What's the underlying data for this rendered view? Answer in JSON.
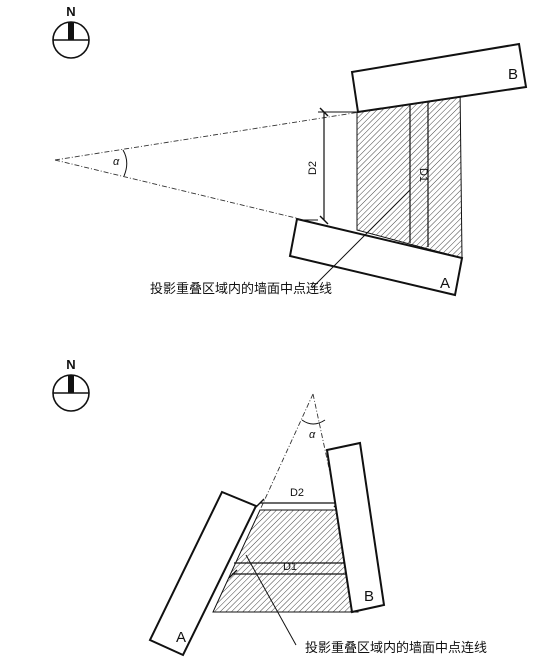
{
  "figures": [
    {
      "north_label": "N",
      "building_a_label": "A",
      "building_b_label": "B",
      "angle_label": "α",
      "d1_label": "D1",
      "d2_label": "D2",
      "annotation": "投影重叠区域内的墙面中点连线"
    },
    {
      "north_label": "N",
      "building_a_label": "A",
      "building_b_label": "B",
      "angle_label": "α",
      "d1_label": "D1",
      "d2_label": "D2",
      "annotation": "投影重叠区域内的墙面中点连线"
    }
  ],
  "colors": {
    "stroke": "#111111",
    "background": "#ffffff"
  }
}
